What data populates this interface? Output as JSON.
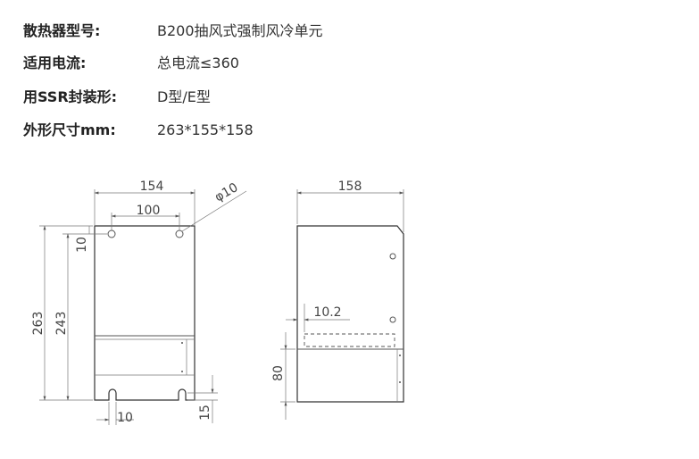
{
  "specs": [
    {
      "label": "散热器型号:",
      "value": "B200抽风式强制风冷单元"
    },
    {
      "label": "适用电流:",
      "value": "总电流≤360"
    },
    {
      "label": "用SSR封装形:",
      "value": "D型/E型"
    },
    {
      "label": "外形尺寸mm:",
      "value": "263*155*158"
    }
  ],
  "drawing": {
    "front_view": {
      "width_outer": "154",
      "hole_spacing": "100",
      "hole_diameter": "φ10",
      "hole_offset_top": "10",
      "height_total": "263",
      "height_hole": "243",
      "slot_width": "10",
      "slot_height": "15"
    },
    "side_view": {
      "depth": "158",
      "offset": "10.2",
      "bottom_height": "80"
    }
  }
}
